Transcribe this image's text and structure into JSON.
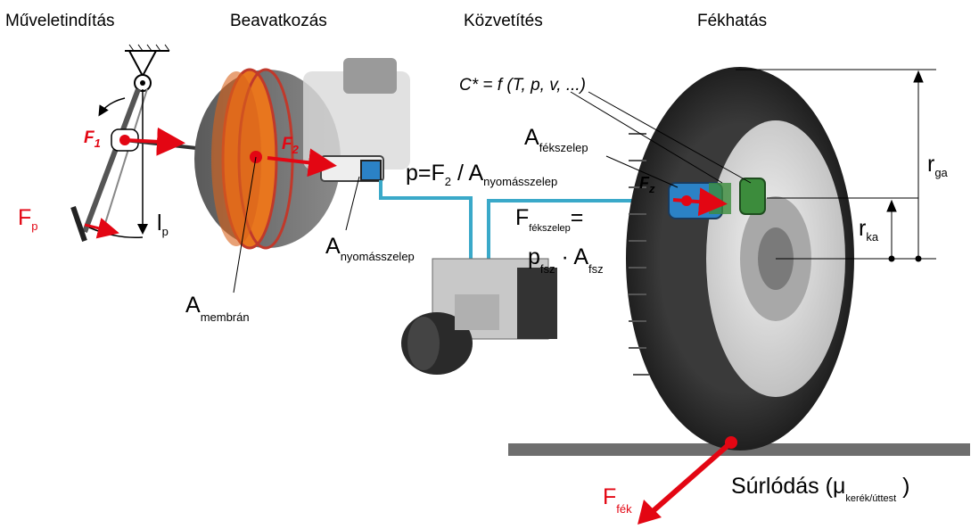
{
  "colors": {
    "force_red": "#e30613",
    "pipe_blue": "#3aa9c9",
    "booster_orange": "#e8761e",
    "tire_dark": "#2f2f2f",
    "ground": "#6e6e6e"
  },
  "stages": [
    {
      "title": "Műveletindítás"
    },
    {
      "title": "Beavatkozás"
    },
    {
      "title": "Közvetítés"
    },
    {
      "title": "Fékhatás"
    }
  ],
  "labels": {
    "f1": "F",
    "f1_sub": "1",
    "f2": "F",
    "f2_sub": "2",
    "fz": "F",
    "fz_sub": "z",
    "fp": "F",
    "fp_sub": "p",
    "lp": "l",
    "lp_sub": "p",
    "a_membran": "A",
    "a_membran_sub": "membrán",
    "a_nyomas": "A",
    "a_nyomas_sub": "nyomásszelep",
    "pressure_p": "p=F",
    "pressure_f2_sub": "2",
    "pressure_div": " / A",
    "pressure_a_sub": "nyomásszelep",
    "c_formula": "C* = f (T, p, v, ...)",
    "a_fekszelep": "A",
    "a_fekszelep_sub": "fékszelep",
    "f_fekszelep": "F",
    "f_fekszelep_sub": "fékszelep",
    "f_fekszelep_eq": "=",
    "pfsz": "p",
    "pfsz_sub": "fsz",
    "pfsz_dot": " · A",
    "afsz_sub": "fsz",
    "rga": "r",
    "rga_sub": "ga",
    "rka": "r",
    "rka_sub": "ka",
    "surlodas": "Súrlódás (μ",
    "surlodas_sub": "kerék/úttest",
    "surlodas_close": " )",
    "ffek": "F",
    "ffek_sub": "fék"
  }
}
